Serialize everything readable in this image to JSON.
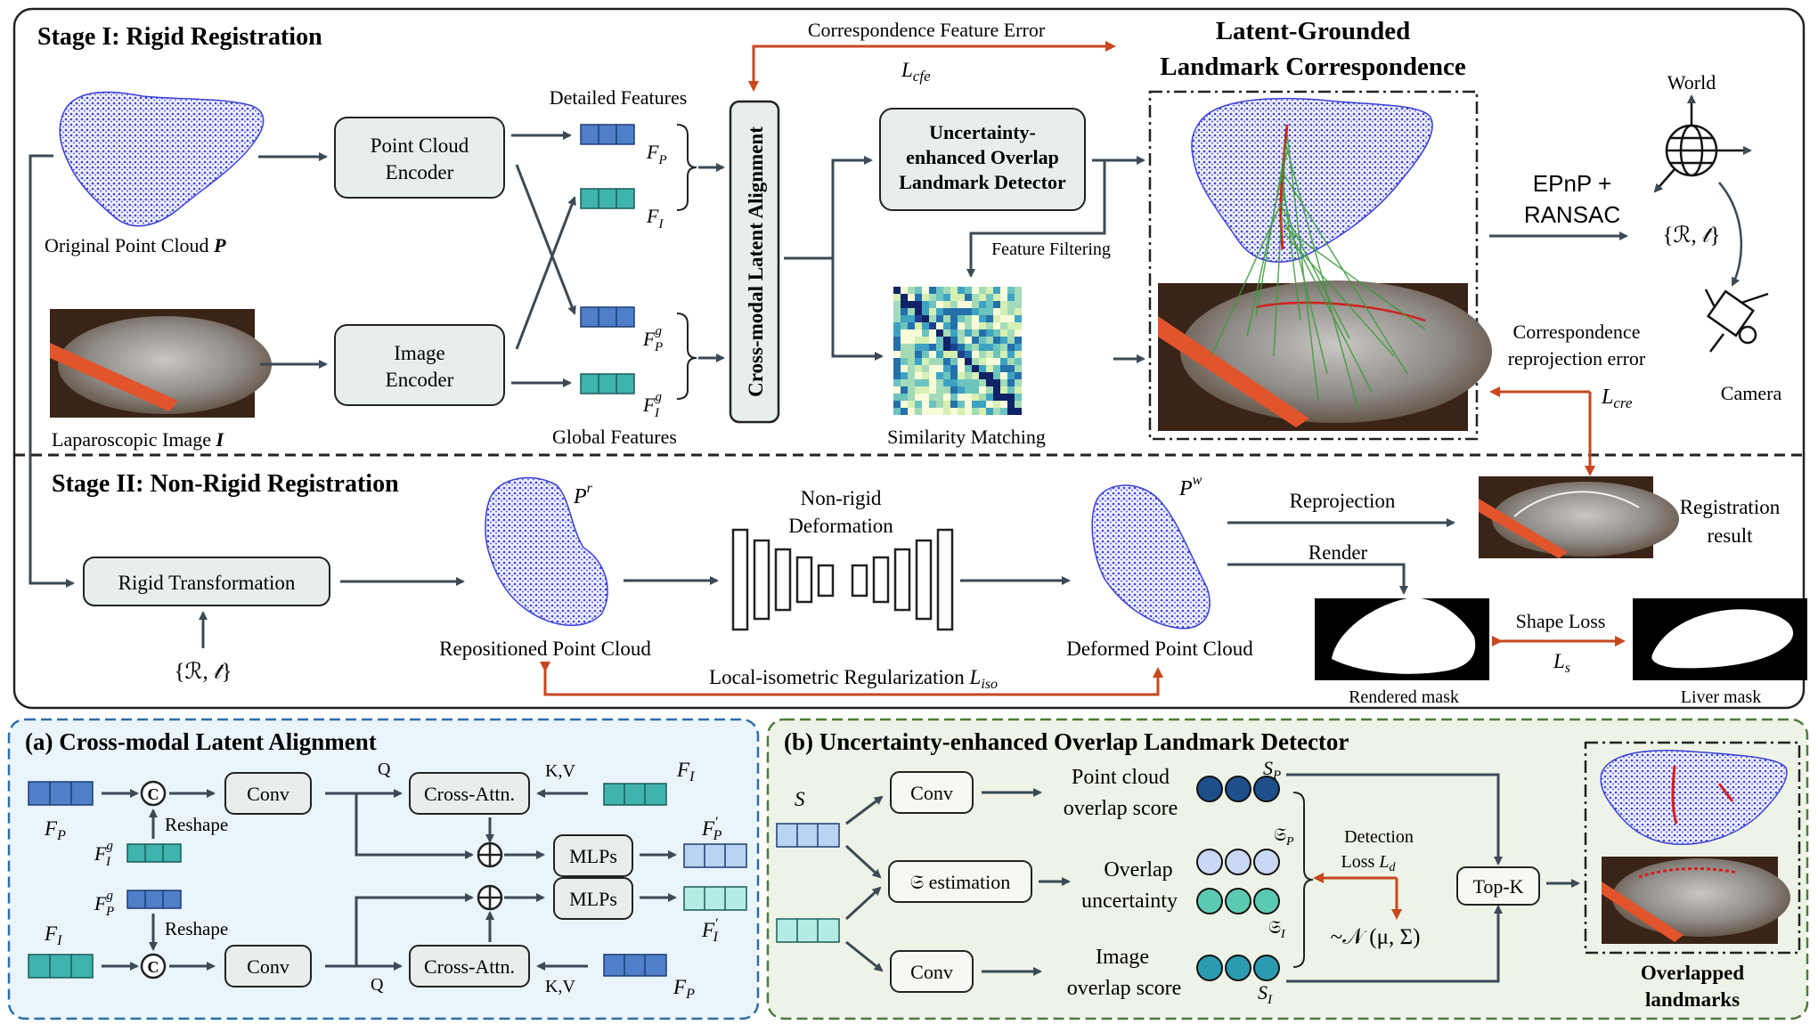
{
  "stage1": {
    "title": "Stage I: Rigid Registration",
    "original_point_cloud": "Original Point Cloud",
    "original_point_cloud_symbol": "P",
    "laparoscopic_image": "Laparoscopic Image",
    "laparoscopic_image_symbol": "I",
    "point_cloud_encoder": [
      "Point Cloud",
      "Encoder"
    ],
    "image_encoder": [
      "Image",
      "Encoder"
    ],
    "detailed_features": "Detailed Features",
    "global_features": "Global Features",
    "feat_fp": "F",
    "feat_fp_sub": "P",
    "feat_fi": "F",
    "feat_fi_sub": "I",
    "feat_fpg_sup": "g",
    "feat_fig_sup": "g",
    "cross_modal": "Cross-modal Latent Alignment",
    "cfe_label": "Correspondence Feature Error",
    "cfe_loss": "L",
    "cfe_loss_sub": "cfe",
    "detector": [
      "Uncertainty-",
      "enhanced Overlap",
      "Landmark Detector"
    ],
    "feature_filtering": "Feature Filtering",
    "similarity_matching": "Similarity Matching",
    "lglc_title": [
      "Latent-Grounded",
      "Landmark Correspondence"
    ],
    "epnp": [
      "EPnP +",
      "RANSAC"
    ],
    "world": "World",
    "camera": "Camera",
    "rt": "{ℛ, 𝓉}",
    "cre_label": [
      "Correspondence",
      "reprojection error"
    ],
    "cre_loss": "L",
    "cre_loss_sub": "cre"
  },
  "stage2": {
    "title": "Stage II: Non-Rigid Registration",
    "rigid_transformation": "Rigid Transformation",
    "rt": "{ℛ, 𝓉}",
    "repositioned": "Repositioned Point Cloud",
    "pr": "P",
    "pr_sup": "r",
    "nonrigid": [
      "Non-rigid",
      "Deformation"
    ],
    "deformed": "Deformed Point Cloud",
    "pw": "P",
    "pw_sup": "w",
    "reprojection": "Reprojection",
    "render": "Render",
    "registration_result": [
      "Registration",
      "result"
    ],
    "shape_loss": "Shape Loss",
    "ls": "L",
    "ls_sub": "s",
    "rendered_mask": "Rendered mask",
    "liver_mask": "Liver mask",
    "liso_label": "Local-isometric Regularization",
    "liso": "L",
    "liso_sub": "iso"
  },
  "panel_a": {
    "title": "(a) Cross-modal Latent Alignment",
    "conv": "Conv",
    "cross_attn": "Cross-Attn.",
    "mlps": "MLPs",
    "reshape": "Reshape",
    "q": "Q",
    "kv": "K,V",
    "concat": "C",
    "fp": "F",
    "fp_sub": "P",
    "fi": "F",
    "fi_sub": "I",
    "g": "g",
    "prime": "′"
  },
  "panel_b": {
    "title": "(b) Uncertainty-enhanced Overlap Landmark Detector",
    "conv": "Conv",
    "estimation": "𝔖 estimation",
    "pc_overlap": [
      "Point cloud",
      "overlap score"
    ],
    "overlap_uncert": [
      "Overlap",
      "uncertainty"
    ],
    "img_overlap": [
      "Image",
      "overlap score"
    ],
    "detection_loss": [
      "Detection",
      "Loss"
    ],
    "ld": "L",
    "ld_sub": "d",
    "normal": "~𝒩 (μ, Σ)",
    "topk": "Top-K",
    "overlapped": [
      "Overlapped",
      "landmarks"
    ],
    "sp": "S",
    "sp_sub": "P",
    "si": "S",
    "si_sub": "I",
    "frak_p": "𝔖",
    "frak_p_sub": "P",
    "frak_i": "𝔖",
    "frak_i_sub": "I"
  },
  "colors": {
    "arrow_dark": "#3b4a55",
    "arrow_red": "#c8471d",
    "box_fill": "#e8efea",
    "panel_a_bg": "#eaf4fb",
    "panel_b_bg": "#eef3e7",
    "feat_blue": "#4f7fc8",
    "feat_teal": "#3fb3ad",
    "liver_blue": "#3b3fd8"
  }
}
